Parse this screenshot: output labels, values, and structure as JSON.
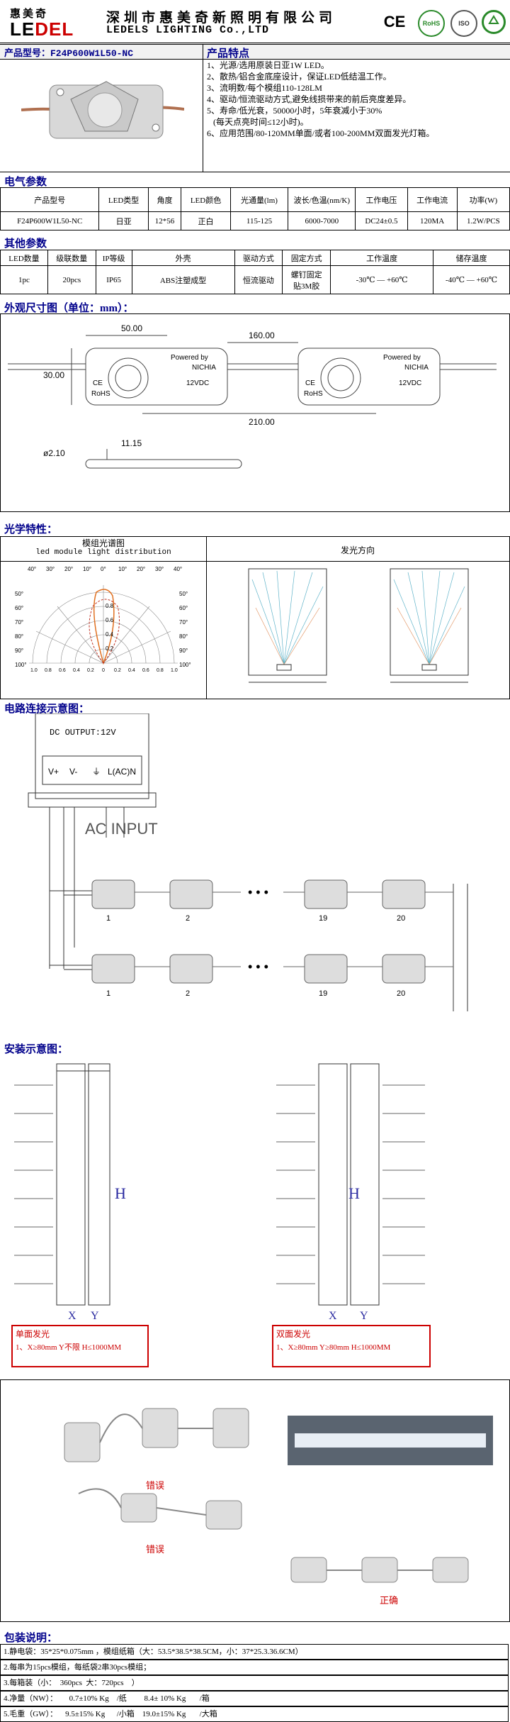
{
  "header": {
    "logo_cn": "惠美奇",
    "logo_en_a": "LE",
    "logo_en_b": "DEL",
    "company_cn": "深圳市惠美奇新照明有限公司",
    "company_en": "LEDELS LIGHTING Co.,LTD",
    "cert_ce": "CE",
    "cert_rohs": "RoHS",
    "cert_iso": "ISO"
  },
  "model": {
    "label": "产品型号：F24P600W1L50-NC",
    "features_title": "产品特点",
    "features": [
      "1、光源/选用原装日亚1W LED。",
      "2、散热/铝合金底座设计，保证LED低结温工作。",
      "3、流明数/每个模组110-128LM",
      "4、驱动/恒流驱动方式,避免线损带来的前后亮度差异。",
      "5、寿命/低光衰，50000小时，5年衰减小于30%",
      "   (每天点亮时间≤12小时)。",
      "6、应用范围/80-120MM单面/或者100-200MM双面发光灯箱。"
    ]
  },
  "electrical": {
    "title": "电气参数",
    "headers": [
      "产品型号",
      "LED类型",
      "角度",
      "LED颜色",
      "光通量(lm)",
      "波长/色温(nm/K)",
      "工作电压",
      "工作电流",
      "功率(W)"
    ],
    "row": [
      "F24P600W1L50-NC",
      "日亚",
      "12*56",
      "正白",
      "115-125",
      "6000-7000",
      "DC24±0.5",
      "120MA",
      "1.2W/PCS"
    ]
  },
  "other": {
    "title": "其他参数",
    "headers": [
      "LED数量",
      "级联数量",
      "IP等级",
      "外壳",
      "驱动方式",
      "固定方式",
      "工作温度",
      "储存温度"
    ],
    "row": [
      "1pc",
      "20pcs",
      "IP65",
      "ABS注塑成型",
      "恒流驱动",
      "螺钉固定\n贴3M胶",
      "-30℃ — +60℃",
      "-40℃ — +60℃"
    ]
  },
  "dimension": {
    "title": "外观尺寸图（单位：mm）：",
    "w": "50.00",
    "h": "30.00",
    "pitch": "160.00",
    "total": "210.00",
    "thick": "11.15",
    "hole": "ø2.10",
    "module_brand": "NICHIA",
    "module_powered": "Powered by",
    "module_voltage": "12VDC",
    "module_rohs": "RoHS",
    "module_ce": "CE"
  },
  "optical": {
    "title": "光学特性：",
    "dist_title_cn": "模组光谱图",
    "dist_title_en": "led module light distribution",
    "dir_title": "发光方向",
    "top_angles": [
      "40°",
      "30°",
      "20°",
      "10°",
      "0°",
      "10°",
      "20°",
      "30°",
      "40°"
    ],
    "side_angles": [
      "50°",
      "60°",
      "70°",
      "80°",
      "90°",
      "100°"
    ],
    "radial": [
      "0.8",
      "0.6",
      "0.4",
      "0.2"
    ],
    "bottom_ticks": [
      "1.0",
      "0.8",
      "0.6",
      "0.4",
      "0.2",
      "0",
      "0.2",
      "0.4",
      "0.6",
      "0.8",
      "1.0"
    ]
  },
  "wiring": {
    "title": "电路连接示意图：",
    "dc_output": "DC OUTPUT:12V",
    "terminals": [
      "V+",
      "V-",
      "⏚",
      "L(AC)N"
    ],
    "ac_input": "AC INPUT",
    "row_labels": [
      "1",
      "2",
      "19",
      "20"
    ]
  },
  "install": {
    "title": "安装示意图：",
    "single_title": "单面发光",
    "single_desc": "1、X≥80mm Y不限 H≤1000MM",
    "double_title": "双面发光",
    "double_desc": "1、X≥80mm Y≥80mm H≤1000MM",
    "h_mark": "H",
    "x_mark": "X",
    "y_mark": "Y"
  },
  "wrong_right": {
    "wrong1": "错误",
    "wrong2": "错误",
    "right": "正确"
  },
  "packing": {
    "title": "包装说明：",
    "lines": [
      "1.静电袋：35*25*0.075mm ，模组纸箱（大：53.5*38.5*38.5CM，小：37*25.3.36.6CM）",
      "2.每串为15pcs模组，每纸袋2串30pcs模组；",
      "3.每箱装（小：  360pcs  大：720pcs    ）",
      "4.净量（NW）：      0.7±10% Kg    /纸         8.4± 10% Kg       /箱",
      "5.毛重（GW）：    9.5±15% Kg      /小箱    19.0±15% Kg       /大箱"
    ]
  }
}
